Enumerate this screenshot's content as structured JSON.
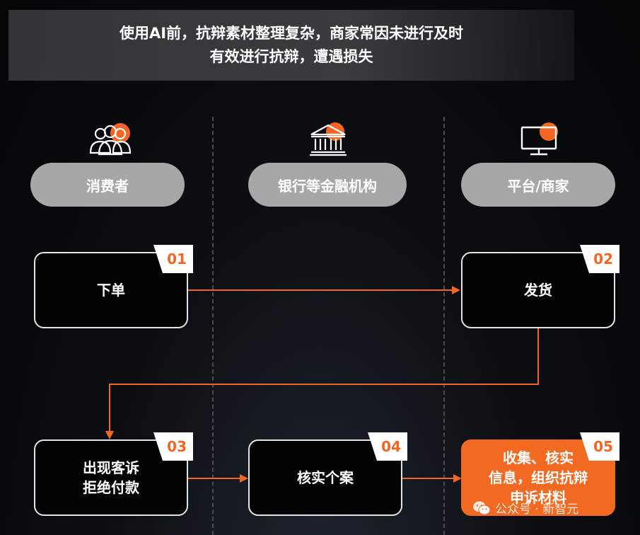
{
  "title": {
    "line1": "使用AI前，抗辩素材整理复杂，商家常因未进行及时",
    "line2": "有效进行抗辩，遭遇损失"
  },
  "roles": [
    {
      "label": "消费者",
      "icon": "users-icon"
    },
    {
      "label": "银行等金融机构",
      "icon": "bank-icon"
    },
    {
      "label": "平台/商家",
      "icon": "monitor-icon"
    }
  ],
  "steps": [
    {
      "number": "01",
      "text": "下单"
    },
    {
      "number": "02",
      "text": "发货"
    },
    {
      "number": "03",
      "text": "出现客诉\n拒绝付款"
    },
    {
      "number": "04",
      "text": "核实个案"
    },
    {
      "number": "05",
      "text": "收集、核实\n信息，组织抗辩\n申诉材料"
    }
  ],
  "watermark": "公众号 · 新智元",
  "colors": {
    "accent": "#f26522",
    "pill": "#a7a7a7",
    "background": "#050506"
  }
}
